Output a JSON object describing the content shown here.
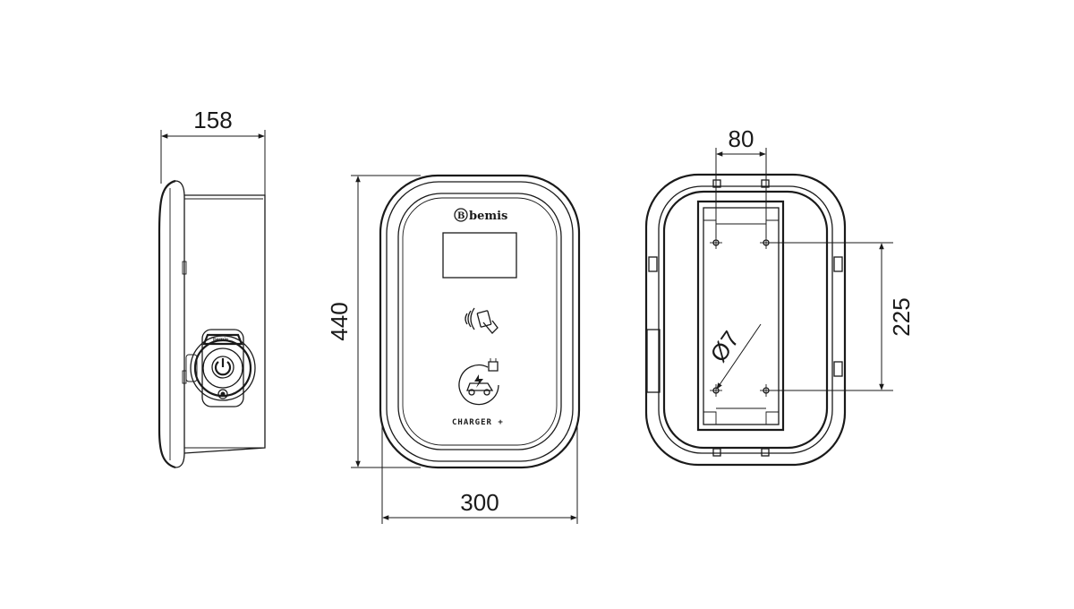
{
  "dimensions": {
    "side_depth": "158",
    "front_height": "440",
    "front_width": "300",
    "rear_hole_spacing_x": "80",
    "rear_hole_spacing_y": "225",
    "rear_hole_diameter": "Ø7"
  },
  "labels": {
    "brand": "bemis",
    "brand_small": "bemis",
    "model": "CHARGER +"
  },
  "colors": {
    "line": "#1a1a1a",
    "background": "#ffffff"
  },
  "icons": [
    "rfid-card-icon",
    "ev-charging-icon",
    "power-button-icon"
  ]
}
